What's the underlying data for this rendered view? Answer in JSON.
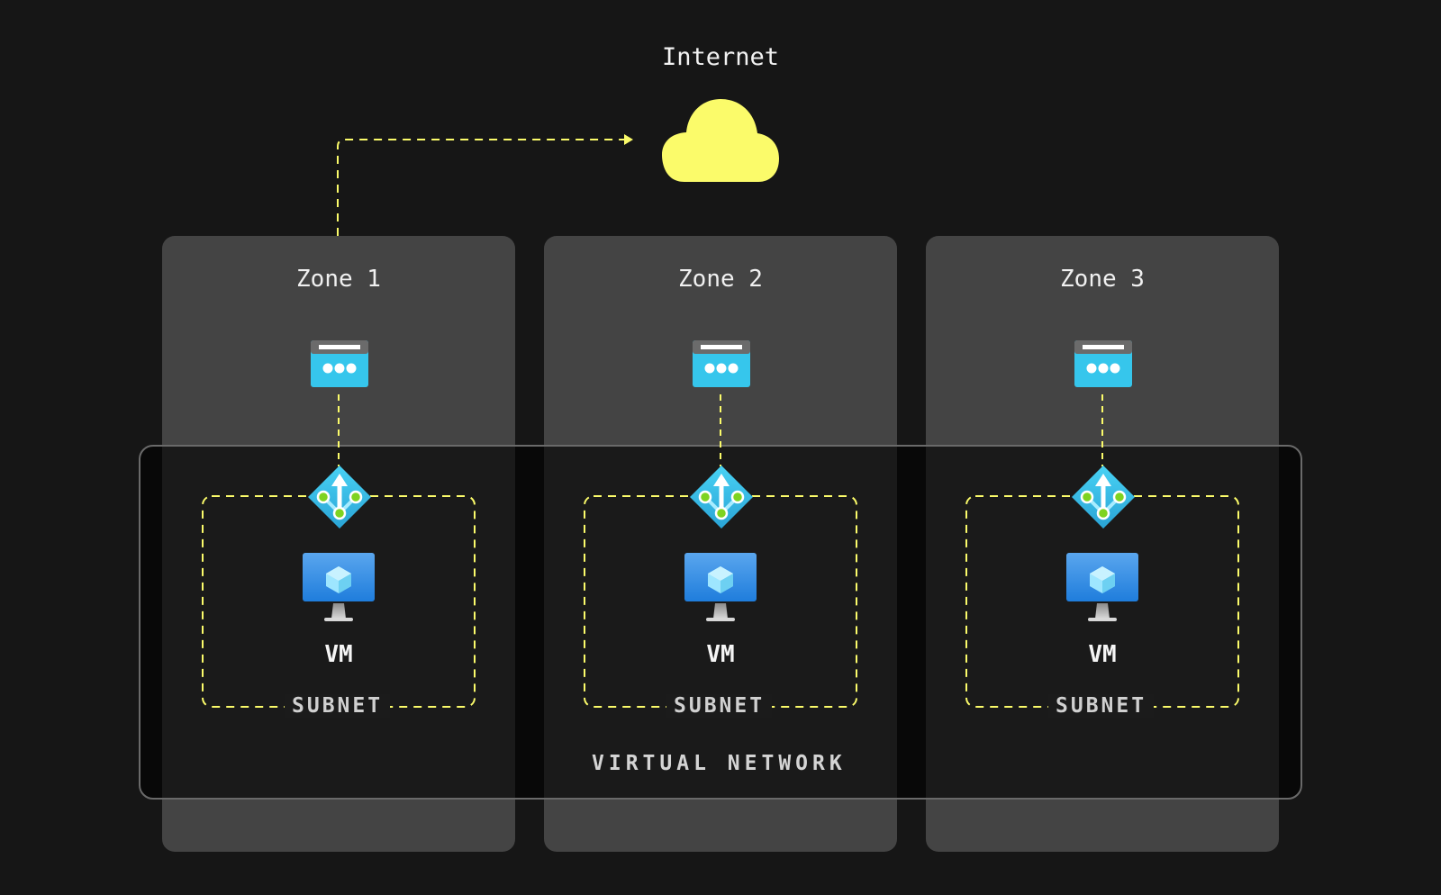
{
  "internet": {
    "label": "Internet",
    "icon": "cloud-icon"
  },
  "colors": {
    "background": "#161616",
    "zone": "#444444",
    "accent_yellow": "#fbfb6a",
    "icon_blue": "#3ccbf0",
    "vm_blue": "#2a88e0"
  },
  "zones": [
    {
      "label": "Zone 1",
      "gateway_icon": "nat-gateway-icon",
      "router_icon": "load-balancer-icon",
      "vm_label": "VM",
      "subnet_label": "SUBNET"
    },
    {
      "label": "Zone 2",
      "gateway_icon": "nat-gateway-icon",
      "router_icon": "load-balancer-icon",
      "vm_label": "VM",
      "subnet_label": "SUBNET"
    },
    {
      "label": "Zone 3",
      "gateway_icon": "nat-gateway-icon",
      "router_icon": "load-balancer-icon",
      "vm_label": "VM",
      "subnet_label": "SUBNET"
    }
  ],
  "virtual_network": {
    "label": "VIRTUAL NETWORK"
  }
}
